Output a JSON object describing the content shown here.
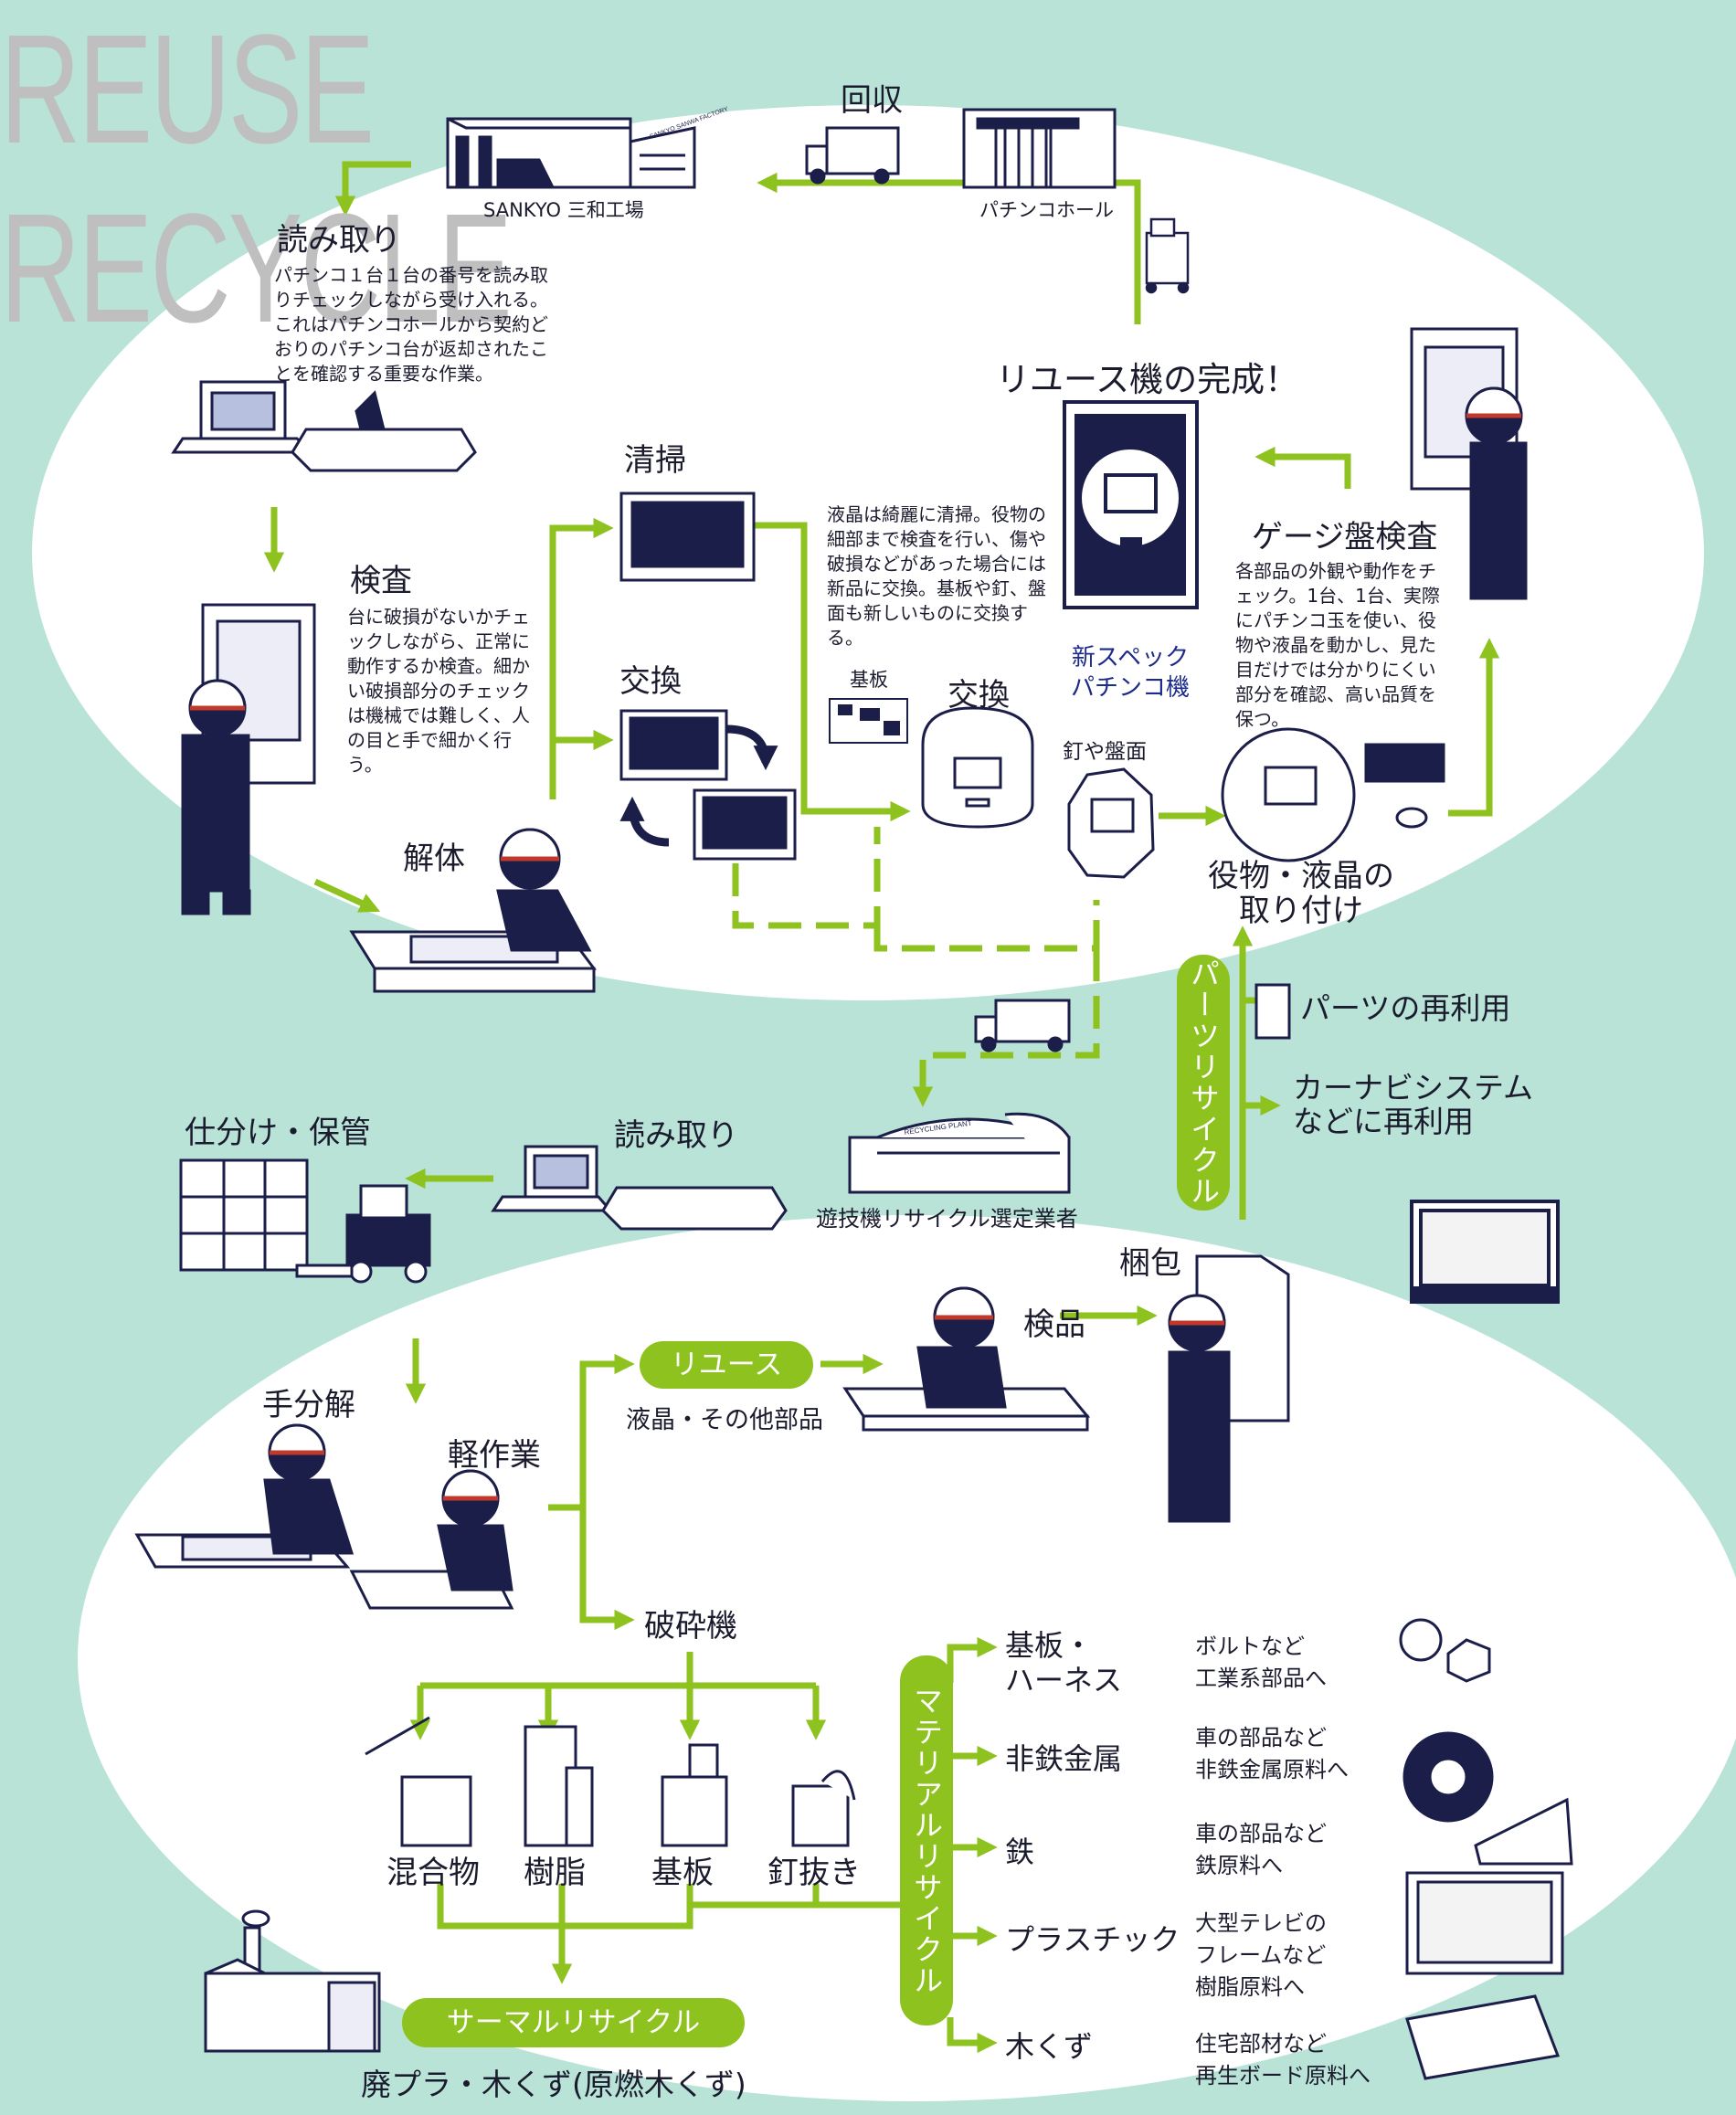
{
  "reuse": {
    "title": "REUSE",
    "collect": "回収",
    "factory": "SANKYO 三和工場",
    "factory_sign": "SANKYO SANWA FACTORY",
    "hall": "パチンコホール",
    "reading": {
      "title": "読み取り",
      "desc": "パチンコ１台１台の番号を読み取りチェックしながら受け入れる。これはパチンコホールから契約どおりのパチンコ台が返却されたことを確認する重要な作業。"
    },
    "inspection": {
      "title": "検査",
      "desc": "台に破損がないかチェックしながら、正常に動作するか検査。細かい破損部分のチェックは機械では難しく、人の目と手で細かく行う。"
    },
    "disassembly": "解体",
    "cleaning": "清掃",
    "cleaning_desc": "液晶は綺麗に清掃。役物の細部まで検査を行い、傷や破損などがあった場合には新品に交換。基板や釘、盤面も新しいものに交換する。",
    "exchange_left": "交換",
    "board": "基板",
    "exchange_right": "交換",
    "nails": "釘や盤面",
    "complete": "リユース機の完成！",
    "new_machine": "新スペック\nパチンコ機",
    "gauge": {
      "title": "ゲージ盤検査",
      "desc": "各部品の外観や動作をチェック。1台、1台、実際にパチンコ玉を使い、役物や液晶を動かし、見た目だけでは分かりにくい部分を確認、高い品質を保つ。"
    },
    "attach": "役物・液晶の\n取り付け"
  },
  "parts": {
    "pill": "パーツリサイクル",
    "reuse": "パーツの再利用",
    "navi": "カーナビシステム\nなどに再利用"
  },
  "recycle": {
    "title": "RECYCLE",
    "reading": "読み取り",
    "plant": "遊技機リサイクル選定業者",
    "plant_sign": "RECYCLING PLANT",
    "sort": "仕分け・保管",
    "manual": "手分解",
    "light": "軽作業",
    "reuse_pill": "リユース",
    "reuse_sub": "液晶・その他部品",
    "inspect": "検品",
    "pack": "梱包",
    "crusher": "破砕機",
    "bins": [
      "混合物",
      "樹脂",
      "基板",
      "釘抜き"
    ],
    "thermal_pill": "サーマルリサイクル",
    "thermal_sub": "廃プラ・木くず(原燃木くず)",
    "material_pill": "マテリアルリサイクル",
    "materials": [
      {
        "name": "基板・\nハーネス",
        "use": "ボルトなど\n工業系部品へ"
      },
      {
        "name": "非鉄金属",
        "use": "車の部品など\n非鉄金属原料へ"
      },
      {
        "name": "鉄",
        "use": "車の部品など\n鉄原料へ"
      },
      {
        "name": "プラスチック",
        "use": "大型テレビの\nフレームなど\n樹脂原料へ"
      },
      {
        "name": "木くず",
        "use": "住宅部材など\n再生ボード原料へ"
      }
    ]
  },
  "colors": {
    "background": "#b8e3d6",
    "arrow": "#8dc21f",
    "navy": "#1c1e4a",
    "ghost_text": "#bfbfbf"
  }
}
